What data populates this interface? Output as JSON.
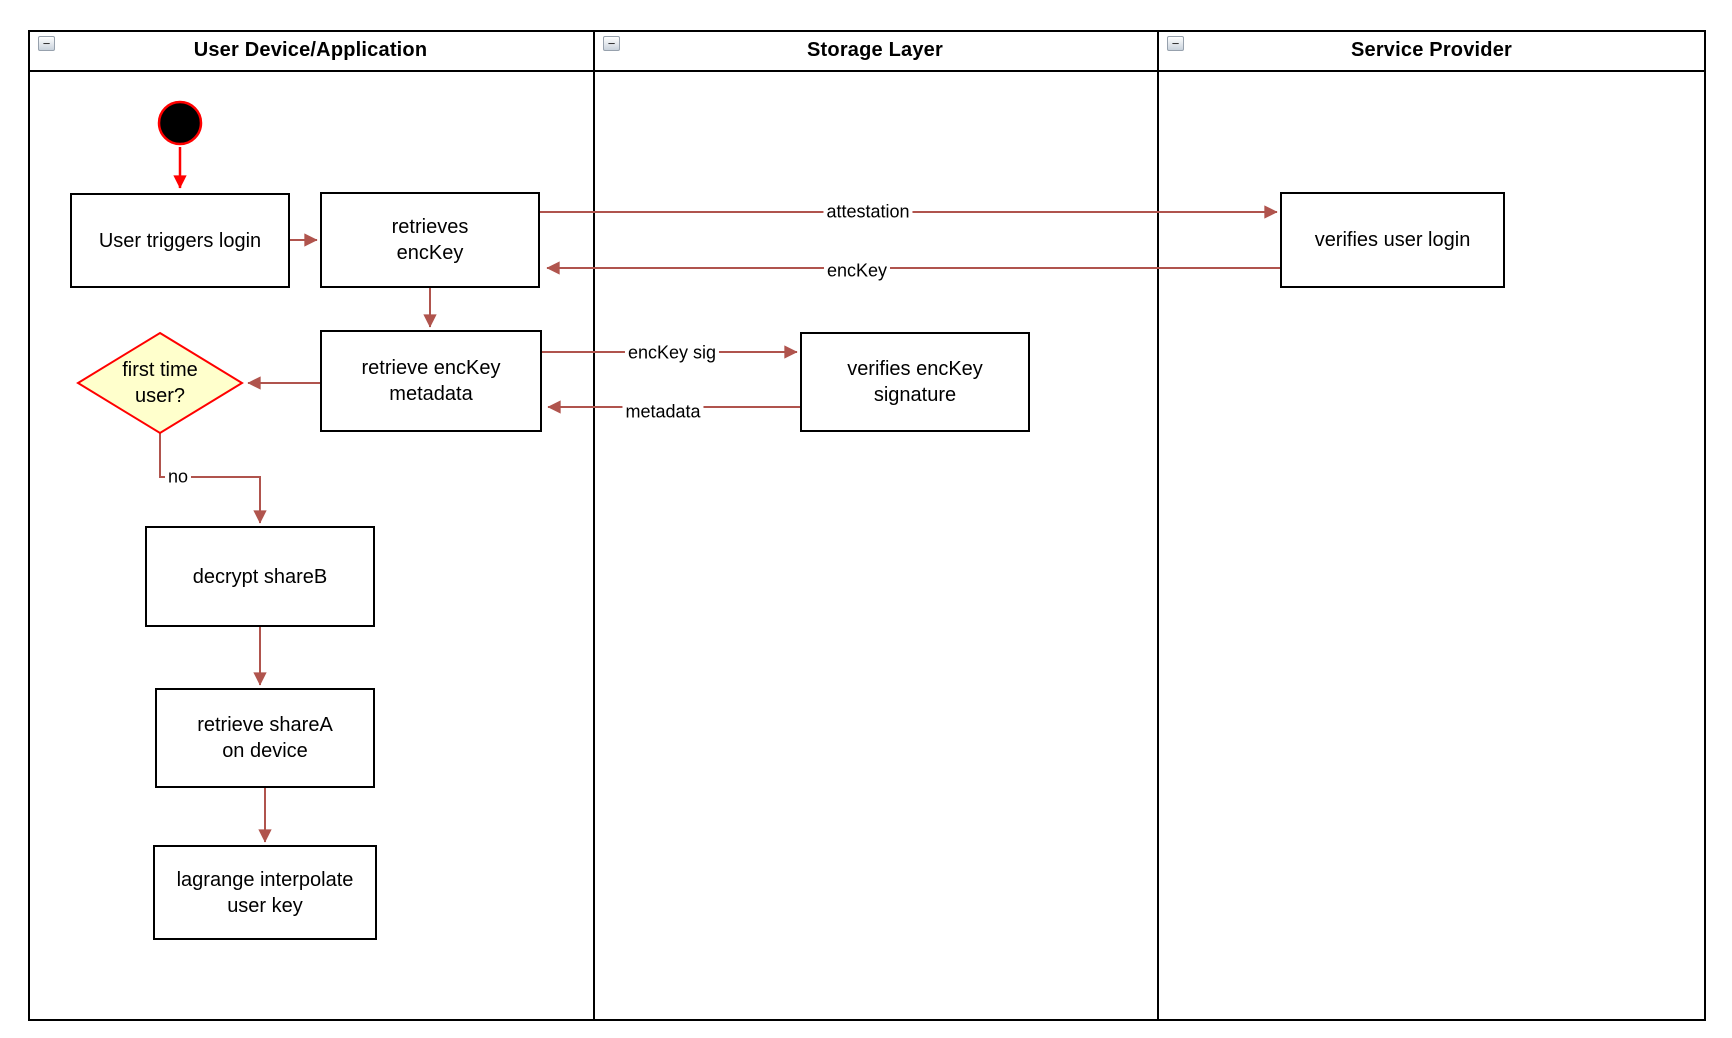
{
  "lanes": [
    {
      "title": "User Device/Application",
      "collapse_glyph": "−"
    },
    {
      "title": "Storage Layer",
      "collapse_glyph": "−"
    },
    {
      "title": "Service Provider",
      "collapse_glyph": "−"
    }
  ],
  "nodes": {
    "user_triggers_login": {
      "label": "User triggers login"
    },
    "retrieves_enckey": {
      "label": "retrieves\nencKey"
    },
    "retrieve_enckey_metadata": {
      "label": "retrieve encKey\nmetadata"
    },
    "first_time_user": {
      "label": "first time\nuser?"
    },
    "decrypt_shareb": {
      "label": "decrypt shareB"
    },
    "retrieve_sharea_on_device": {
      "label": "retrieve shareA\non device"
    },
    "lagrange_interpolate_user_key": {
      "label": "lagrange interpolate\nuser key"
    },
    "verifies_enckey_signature": {
      "label": "verifies encKey\nsignature"
    },
    "verifies_user_login": {
      "label": "verifies user login"
    }
  },
  "edge_labels": {
    "attestation": "attestation",
    "enckey_return": "encKey",
    "enckey_sig": "encKey sig",
    "metadata": "metadata",
    "no_branch": "no"
  },
  "colors": {
    "flow_arrow": "#B0544D",
    "start_accent": "#FF0000",
    "start_fill": "#000000",
    "decision_fill": "#FFFFCC",
    "decision_border": "#FF0000",
    "node_border": "#000000",
    "node_fill": "#FFFFFF"
  }
}
